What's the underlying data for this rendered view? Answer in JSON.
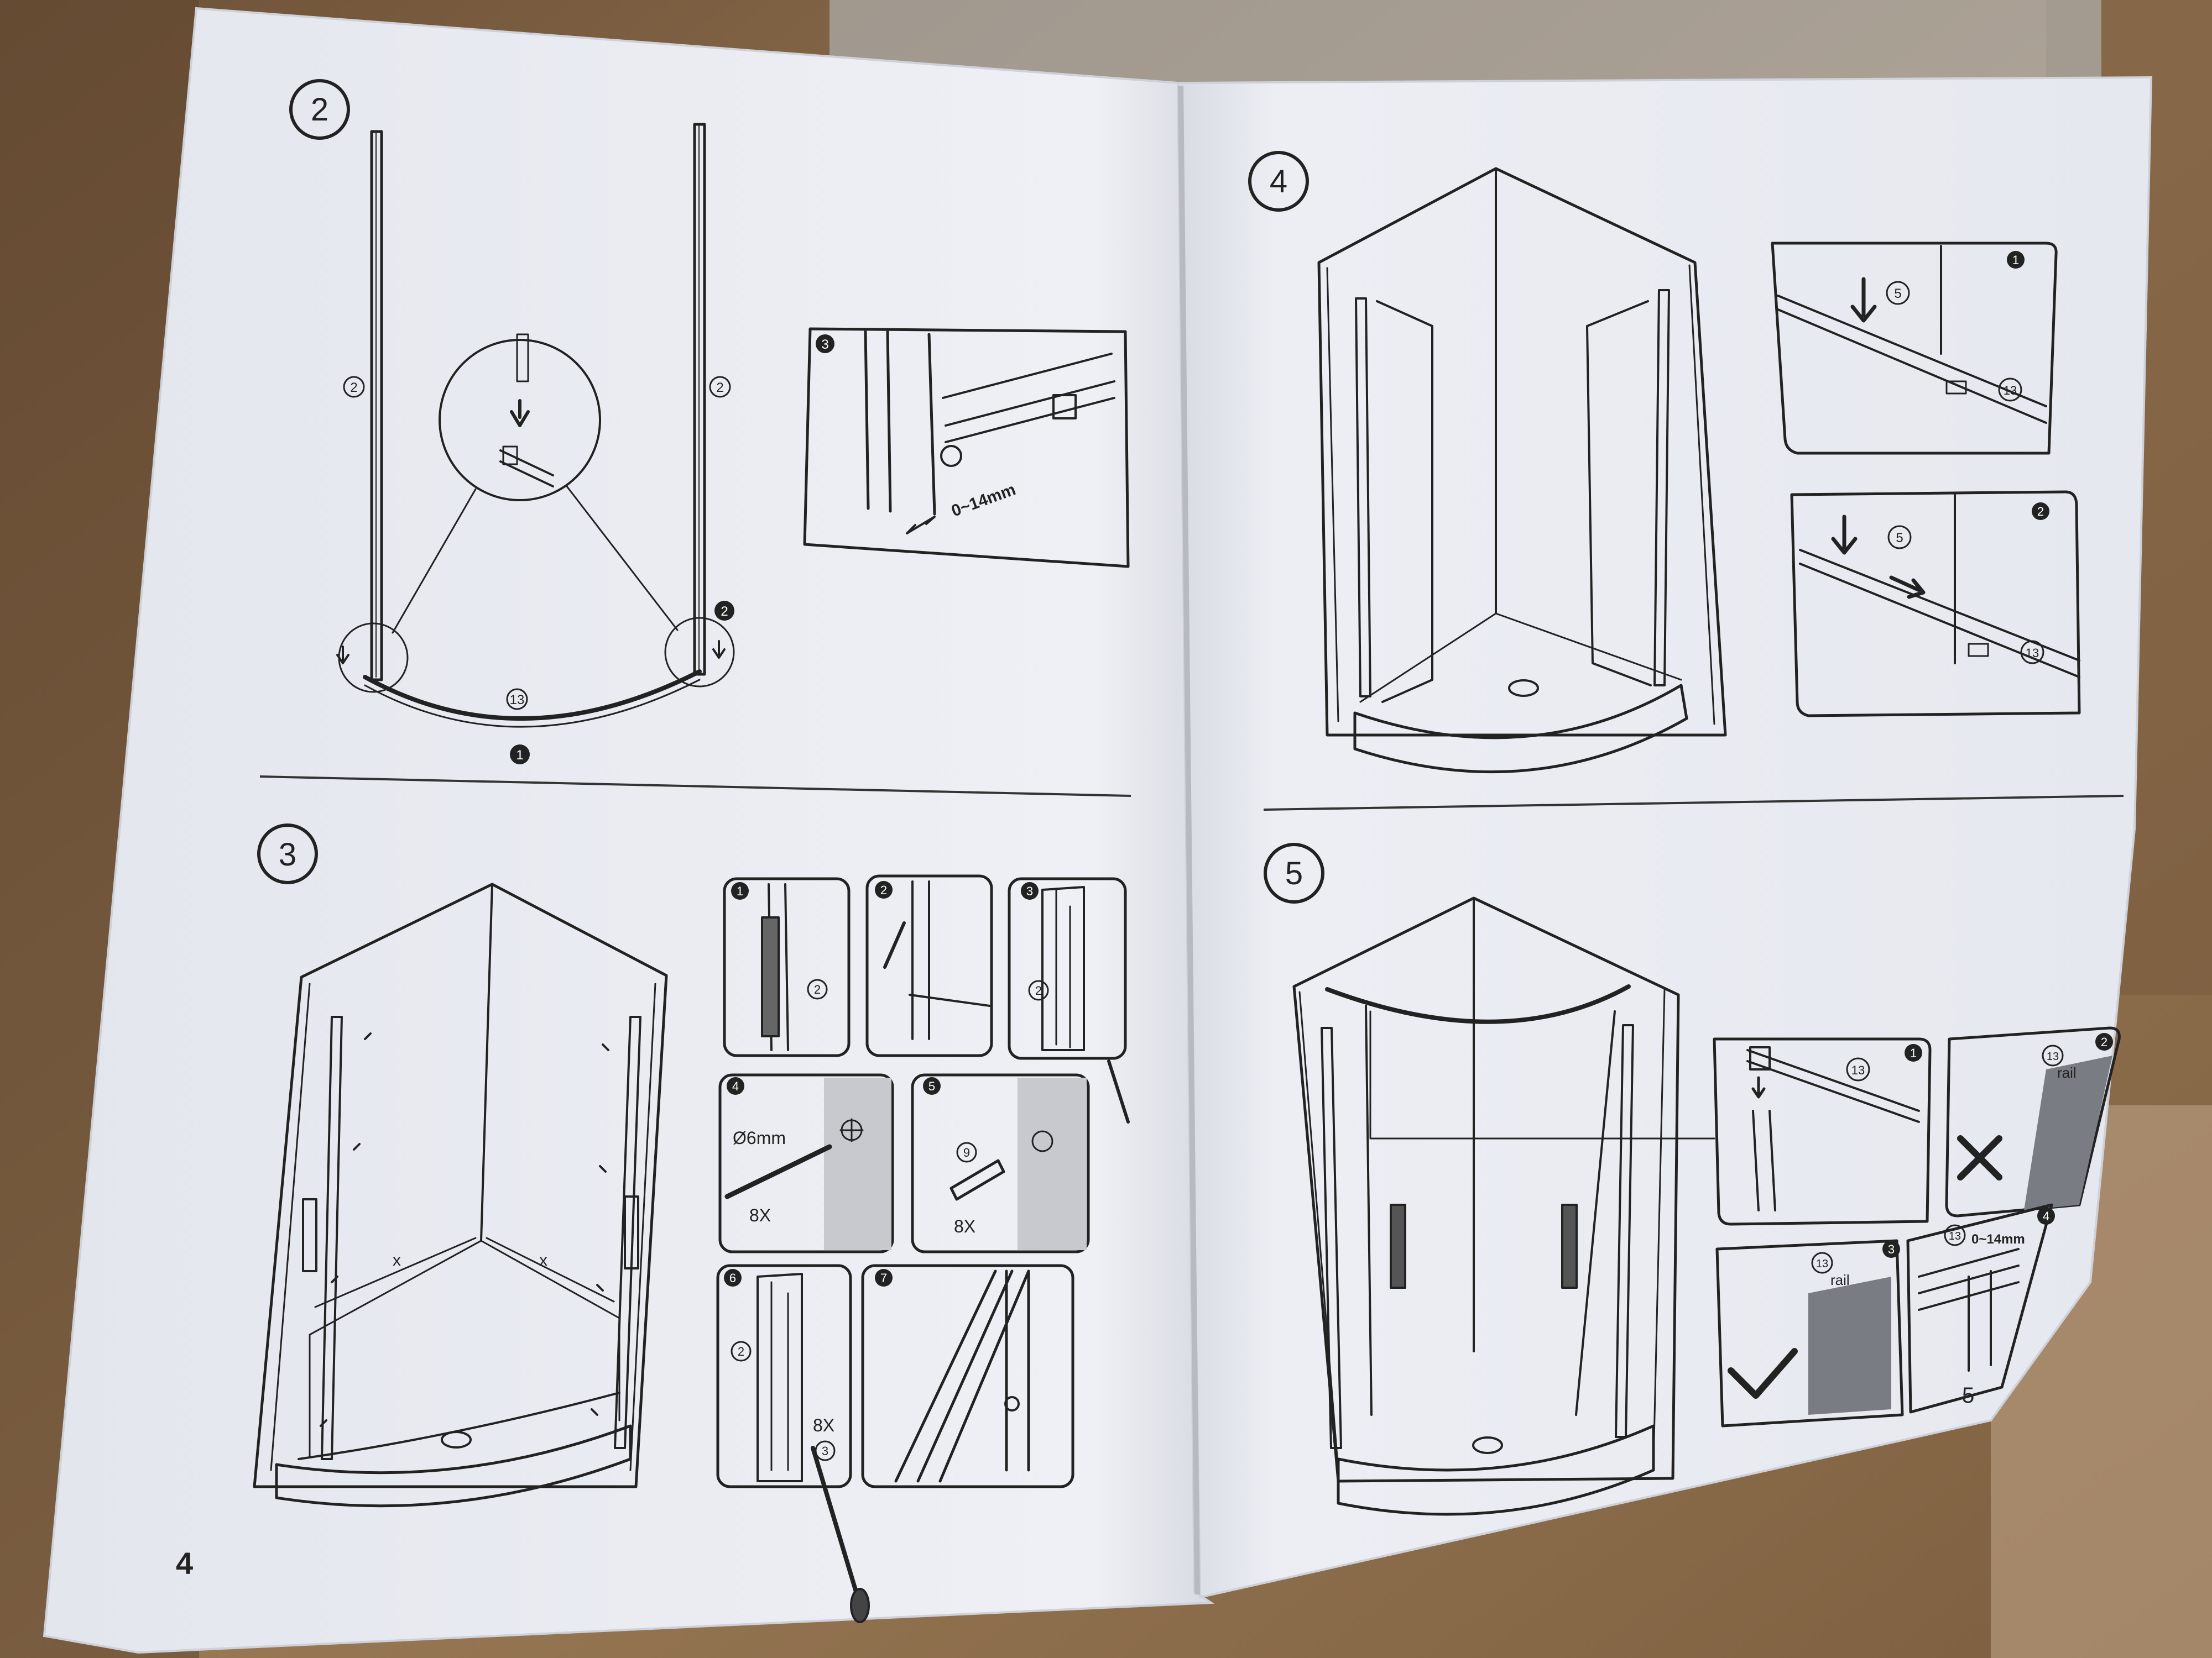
{
  "manual": {
    "left_page": {
      "page_number": "4",
      "steps": [
        {
          "number": "2",
          "labels": {
            "part_left": "2",
            "part_right": "2",
            "rail": "13",
            "marker_bottom": "1",
            "marker_right": "2"
          },
          "inset": {
            "number": "3",
            "gap": "0~14mm"
          }
        },
        {
          "number": "3",
          "measure": "x",
          "substeps": [
            {
              "number": "1",
              "part": "2"
            },
            {
              "number": "2"
            },
            {
              "number": "3",
              "part": "2"
            },
            {
              "number": "4",
              "drill": "Ø6mm",
              "qty": "8X"
            },
            {
              "number": "5",
              "part": "9",
              "qty": "8X"
            },
            {
              "number": "6",
              "part": "2",
              "screw_part": "3",
              "qty": "8X"
            },
            {
              "number": "7"
            }
          ]
        }
      ]
    },
    "right_page": {
      "page_number": "5",
      "steps": [
        {
          "number": "4",
          "details": [
            {
              "number": "1",
              "part": "5",
              "rail": "13"
            },
            {
              "number": "2",
              "part": "5",
              "rail": "13"
            }
          ]
        },
        {
          "number": "5",
          "details": [
            {
              "number": "1",
              "part": "13"
            },
            {
              "number": "2",
              "part": "13",
              "rail_label": "rail"
            },
            {
              "number": "3",
              "part": "13",
              "rail_label": "rail"
            },
            {
              "number": "4",
              "part": "13",
              "gap": "0~14mm"
            }
          ]
        }
      ]
    }
  },
  "colors": {
    "paper": "#ebecf2",
    "ink": "#222222",
    "table": "#8a6a4a"
  },
  "icons": [
    "circle-number-icon",
    "arrow-down-icon",
    "check-icon",
    "cross-icon",
    "screwdriver-icon",
    "drill-bit-icon",
    "wall-plug-icon"
  ]
}
